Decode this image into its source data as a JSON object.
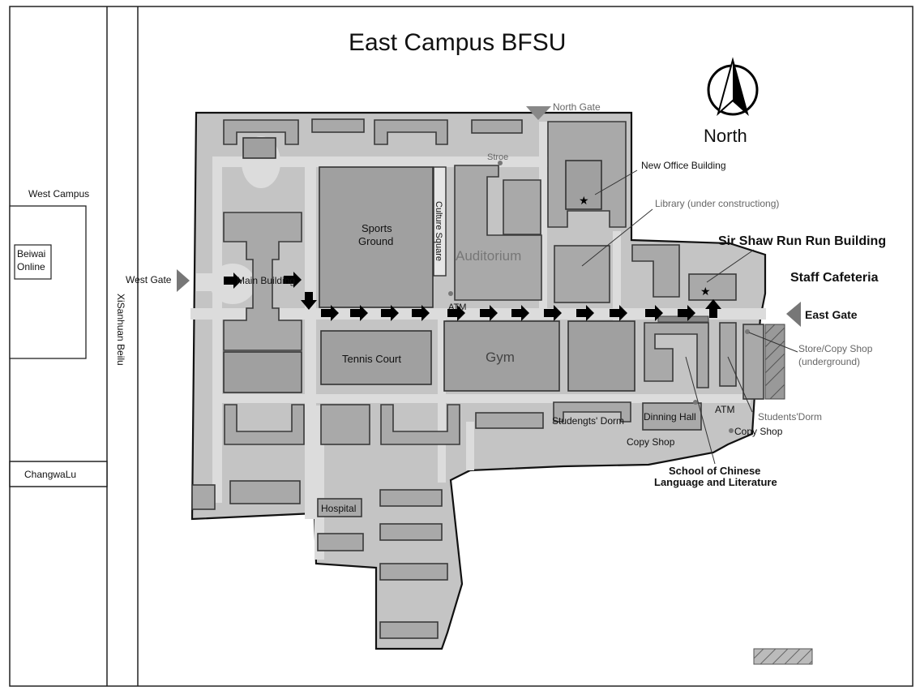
{
  "title": "East Campus BFSU",
  "compass": {
    "label": "North",
    "icon": "north-arrow-icon"
  },
  "roads": {
    "west_campus": "West Campus",
    "xisanhuan": "XiSanhuan Beilu",
    "changwalu": "ChangwaLu"
  },
  "beiwai_online": {
    "line1": "Beiwai",
    "line2": "Online"
  },
  "gates": {
    "west": "West Gate",
    "north": "North Gate",
    "east": "East Gate"
  },
  "buildings": {
    "sports_ground_1": "Sports",
    "sports_ground_2": "Ground",
    "culture_square": "Culture Square",
    "auditorium": "Auditorium",
    "main_building": "Main Building",
    "tennis_court": "Tennis Court",
    "gym": "Gym",
    "hospital": "Hospital",
    "students_dorm_1": "Studengts' Dorm",
    "dining_hall": "Dinning Hall",
    "students_dorm_2": "Students'Dorm"
  },
  "points": {
    "store_north": "Stroe",
    "atm_1": "ATM",
    "atm_2": "ATM",
    "copy_shop_1": "Copy Shop",
    "copy_shop_2": "Copy Shop",
    "store_copy_1": "Store/Copy Shop",
    "store_copy_2": "(underground)"
  },
  "callouts": {
    "new_office": "New Office Building",
    "library": "Library (under constructiong)",
    "sir_shaw": "Sir Shaw Run Run Building",
    "staff_cafeteria": "Staff Cafeteria",
    "school_chinese_1": "School of Chinese",
    "school_chinese_2": "Language and Literature"
  },
  "colors": {
    "campus_fill": "#c4c4c4",
    "building_fill": "#a9a9a9",
    "road_fill": "#dcdcdc",
    "route_arrow": "#000000"
  }
}
